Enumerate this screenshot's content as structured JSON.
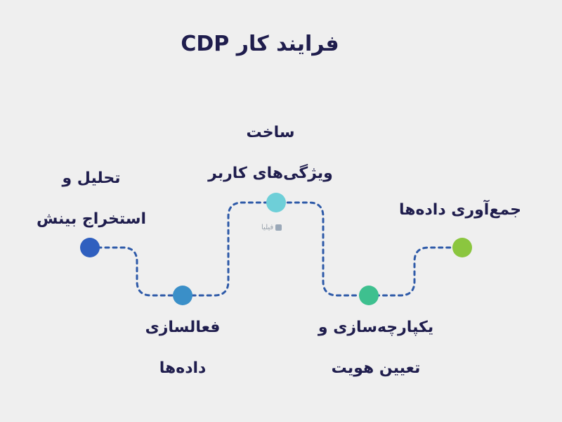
{
  "title": "فرایند کار CDP",
  "watermark": "فیلیا",
  "steps": [
    {
      "line1": "جمع‌آوری داده‌ها",
      "line2": "",
      "color": "#8bc63f"
    },
    {
      "line1": "یکپارچه‌سازی و",
      "line2": "تعیین هویت",
      "color": "#3ec08f"
    },
    {
      "line1": "ساخت",
      "line2": "ویژگی‌های کاربر",
      "color": "#6ecfd8"
    },
    {
      "line1": "فعالسازی",
      "line2": "داده‌ها",
      "color": "#3a8fc8"
    },
    {
      "line1": "تحلیل و",
      "line2": "استخراج بینش",
      "color": "#2f5fbf"
    }
  ],
  "path_color": "#2e5aa8"
}
